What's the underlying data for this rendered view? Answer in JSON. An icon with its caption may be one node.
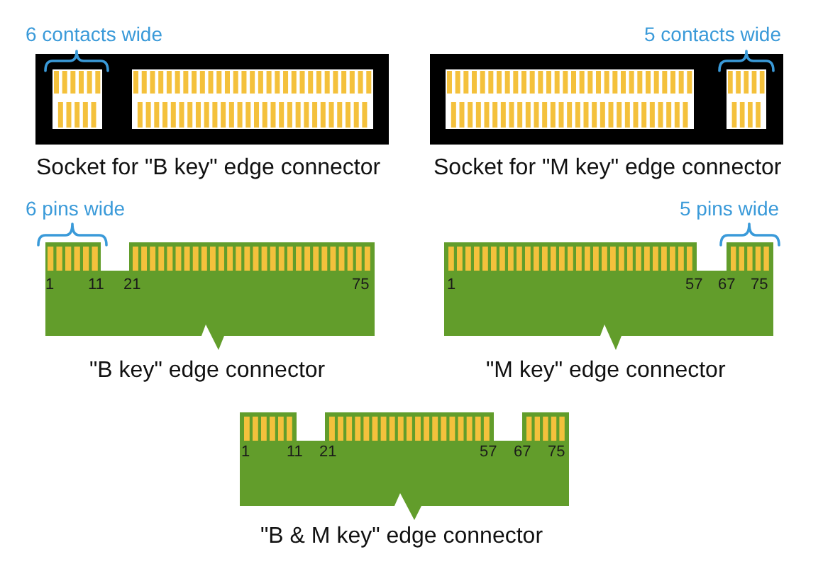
{
  "diagram": {
    "labels": [
      "6 contacts wide",
      "5 contacts wide",
      "Socket for \"B key\" edge connector",
      "Socket for \"M key\" edge connector",
      "6 pins wide",
      "5 pins wide",
      "1",
      "11",
      "21",
      "75",
      "1",
      "57",
      "67",
      "75",
      "\"B key\" edge connector",
      "\"M key\" edge connector",
      "1",
      "11",
      "21",
      "57",
      "67",
      "75",
      "\"B & M key\" edge connector"
    ]
  }
}
